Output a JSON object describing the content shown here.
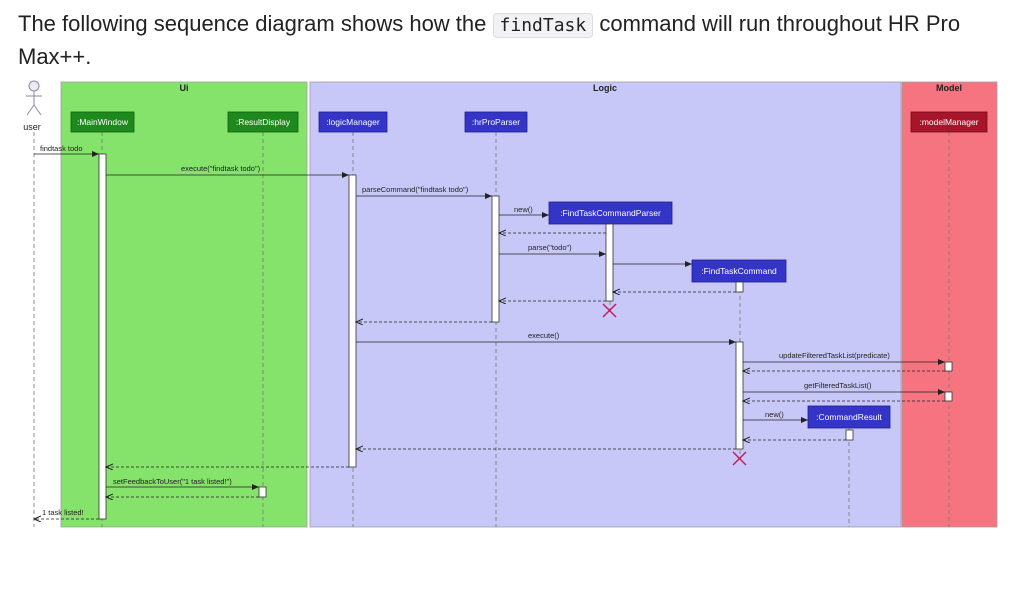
{
  "intro": {
    "before": "The following sequence diagram shows how the",
    "code": "findTask",
    "after": "command will run throughout HR Pro Max++."
  },
  "diagram": {
    "groups": {
      "ui": "Ui",
      "logic": "Logic",
      "model": "Model"
    },
    "actor": "user",
    "participants": {
      "main_window": ":MainWindow",
      "result_display": ":ResultDisplay",
      "logic_manager": ":logicManager",
      "parser": ":hrProParser",
      "model_manager": ":modelManager",
      "find_task_parser": ":FindTaskCommandParser",
      "find_task_command": ":FindTaskCommand",
      "command_result": ":CommandResult"
    },
    "messages": {
      "user_input": "findtask todo",
      "execute_cmd": "execute(\"findtask todo\")",
      "parse_command": "parseCommand(\"findtask todo\")",
      "new_parser": "new()",
      "parse_args": "parse(\"todo\")",
      "execute": "execute()",
      "update_filtered": "updateFilteredTaskList(predicate)",
      "get_filtered": "getFilteredTaskList()",
      "new_result": "new()",
      "set_feedback": "setFeedbackToUser(\"1 task listed!\")",
      "result_to_user": "1 task listed!"
    },
    "colors": {
      "ui_bg": "#85e26a",
      "logic_bg": "#c8c8f8",
      "model_bg": "#f6747f",
      "ui_box": "#1e8a1e",
      "logic_box": "#3434c6",
      "model_box": "#a8152a",
      "destroy": "#c2185b"
    }
  }
}
